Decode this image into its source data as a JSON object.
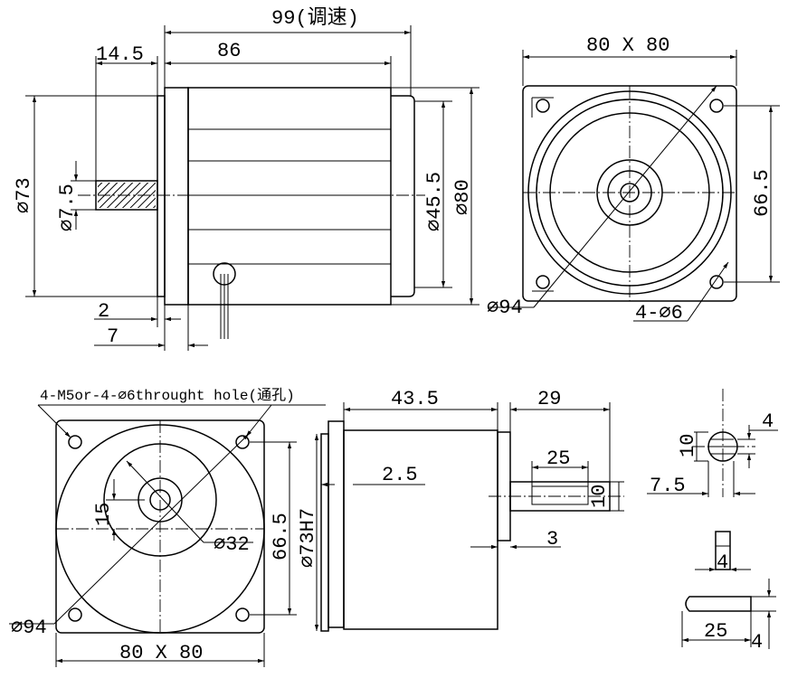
{
  "side_view": {
    "dim_overall": "99(调速)",
    "dim_body": "86",
    "dim_flange": "14.5",
    "dim_dia73": "⌀73",
    "dim_shaft": "⌀7.5",
    "dim_dia45": "⌀45.5",
    "dim_dia80": "⌀80",
    "dim_2": "2",
    "dim_7": "7"
  },
  "front_view": {
    "dim_square": "80 X 80",
    "dim_665": "66.5",
    "dim_pcd": "⌀94",
    "dim_holes": "4-⌀6"
  },
  "flange_view": {
    "note": "4-M5or-4-⌀6throught hole(通孔)",
    "dim_15": "15",
    "dim_32": "⌀32",
    "dim_665": "66.5",
    "dim_pcd": "⌀94",
    "dim_square": "80 X 80"
  },
  "gear_side_view": {
    "dim_435": "43.5",
    "dim_29": "29",
    "dim_25": "25",
    "dim_25b": "2.5",
    "dim_10": "10",
    "dim_3": "3",
    "dim_73h7": "⌀73H7"
  },
  "shaft_details": {
    "dim_4a": "4",
    "dim_10": "10",
    "dim_75": "7.5",
    "dim_4b": "4",
    "dim_25": "25",
    "dim_4c": "4"
  }
}
